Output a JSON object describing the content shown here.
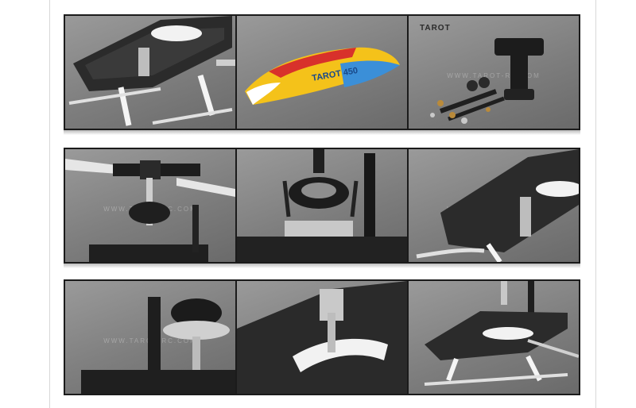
{
  "gallery": {
    "logo_text": "TAROT",
    "canopy_text": "TAROT 450",
    "watermark": "WWW.TAROT-RC.COM"
  },
  "colors": {
    "carbon": "#2b2b2b",
    "frame_metal": "#c8c8c8",
    "gear_white": "#f2f2f2",
    "canopy_yellow": "#f4c21a",
    "canopy_blue": "#3b8fd8",
    "canopy_red": "#d8312b"
  }
}
